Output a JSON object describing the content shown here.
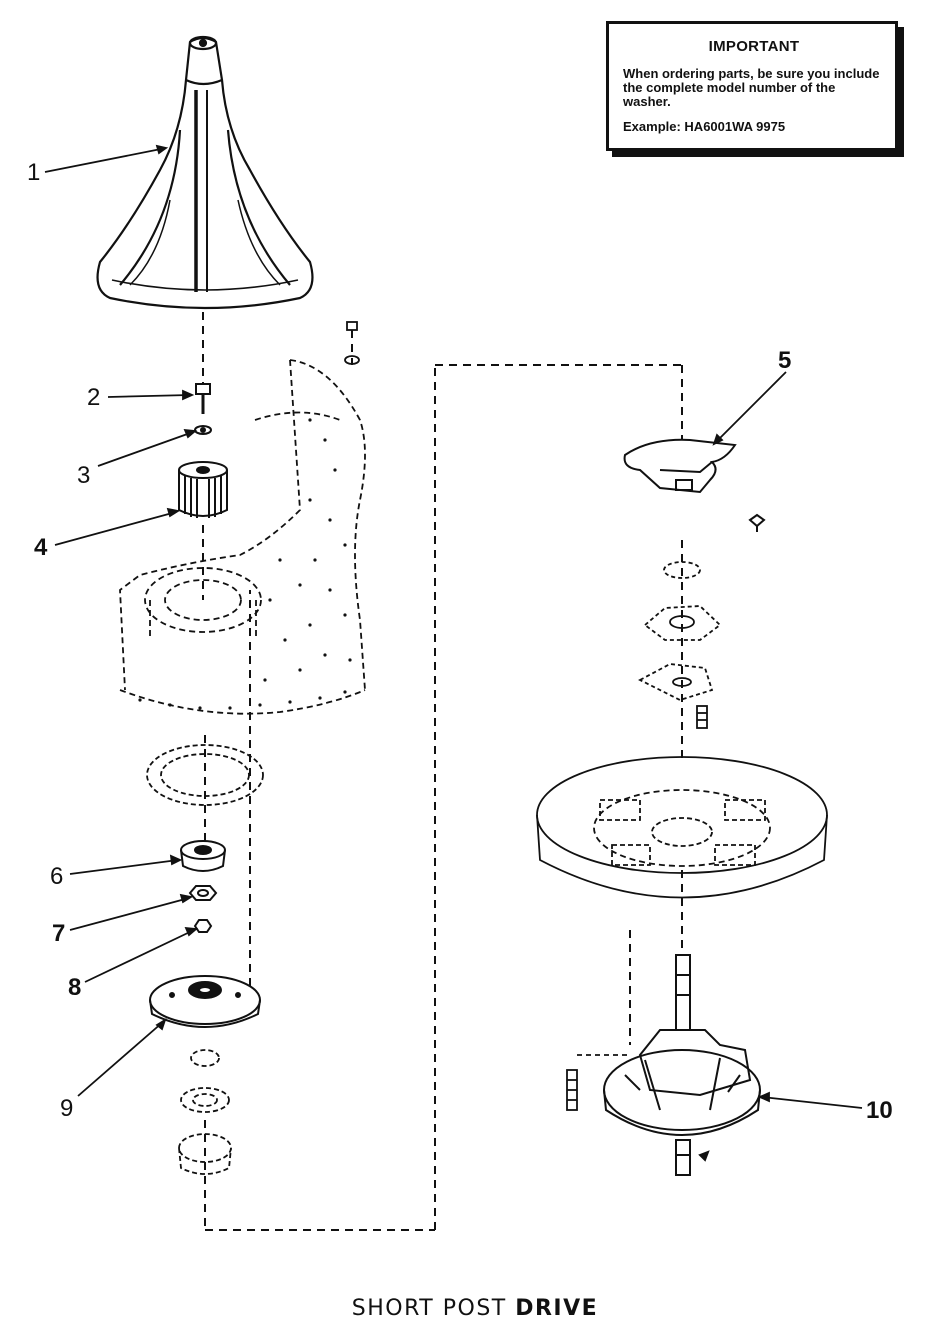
{
  "notice": {
    "title": "IMPORTANT",
    "body": "When ordering parts, be sure you include the complete model number of the washer.",
    "example": "Example: HA6001WA 9975"
  },
  "footer": {
    "title_regular": "SHORT POST",
    "title_bold": "DRIVE"
  },
  "callouts": [
    {
      "number": "1",
      "part": "agitator",
      "bold": false
    },
    {
      "number": "2",
      "part": "agitator-bolt",
      "bold": false
    },
    {
      "number": "3",
      "part": "washer",
      "bold": false
    },
    {
      "number": "4",
      "part": "agitator-drive-bell",
      "bold": true
    },
    {
      "number": "5",
      "part": "brake-bracket",
      "bold": false
    },
    {
      "number": "6",
      "part": "hub",
      "bold": false
    },
    {
      "number": "7",
      "part": "hex-nut",
      "bold": true
    },
    {
      "number": "8",
      "part": "spanner-nut",
      "bold": true
    },
    {
      "number": "9",
      "part": "mounting-plate",
      "bold": false
    },
    {
      "number": "10",
      "part": "transmission",
      "bold": true
    }
  ]
}
